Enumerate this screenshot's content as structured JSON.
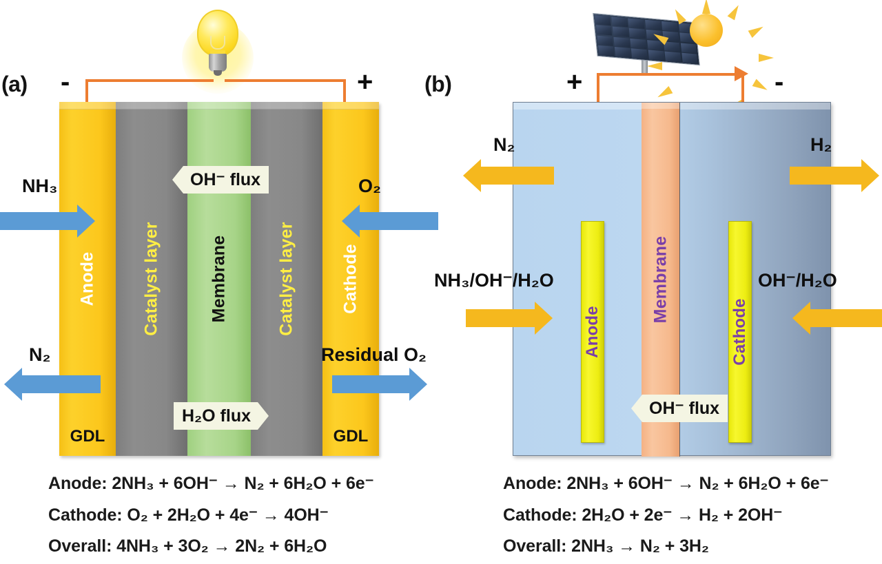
{
  "figure": {
    "panels": [
      {
        "tag": "(a)",
        "type": "direct-ammonia-fuel-cell",
        "load_icon": "light-bulb-icon",
        "terminal_left": "-",
        "terminal_right": "+",
        "layers": [
          {
            "name": "Anode",
            "bottom_label": "GDL",
            "color": "#fcc71c",
            "text_color": "#ffffff"
          },
          {
            "name": "Catalyst layer",
            "bottom_label": "",
            "color": "#888888",
            "text_color": "#ffee44"
          },
          {
            "name": "Membrane",
            "bottom_label": "",
            "color": "#a7d488",
            "text_color": "#111111"
          },
          {
            "name": "Catalyst layer",
            "bottom_label": "",
            "color": "#888888",
            "text_color": "#ffee44"
          },
          {
            "name": "Cathode",
            "bottom_label": "GDL",
            "color": "#fcc71c",
            "text_color": "#ffffff"
          }
        ],
        "flux_top": {
          "text": "OH⁻ flux",
          "direction": "left"
        },
        "flux_bottom": {
          "text": "H₂O flux",
          "direction": "right"
        },
        "streams": [
          {
            "label": "NH₃",
            "side": "left",
            "direction": "right",
            "position": "top",
            "color": "#5B9BD5"
          },
          {
            "label": "N₂",
            "side": "left",
            "direction": "left",
            "position": "bottom",
            "color": "#5B9BD5"
          },
          {
            "label": "O₂",
            "side": "right",
            "direction": "left",
            "position": "top",
            "color": "#5B9BD5"
          },
          {
            "label": "Residual O₂",
            "side": "right",
            "direction": "right",
            "position": "bottom",
            "color": "#5B9BD5"
          }
        ],
        "equations": [
          "Anode: 2NH₃ + 6OH⁻ → N₂ + 6H₂O + 6e⁻",
          "Cathode: O₂ + 2H₂O + 4e⁻ → 4OH⁻",
          "Overall: 4NH₃ + 3O₂ → 2N₂ + 6H₂O"
        ]
      },
      {
        "tag": "(b)",
        "type": "solar-driven-ammonia-electrolysis",
        "load_icon": "solar-panel-icon",
        "sun_icon": "sun-icon",
        "terminal_left": "+",
        "terminal_right": "-",
        "layers": [
          {
            "name": "Anode",
            "color": "#eded12",
            "text_color": "#7a3fa8"
          },
          {
            "name": "Membrane",
            "color": "#f6b98d",
            "text_color": "#7a3fa8"
          },
          {
            "name": "Cathode",
            "color": "#eded12",
            "text_color": "#7a3fa8"
          }
        ],
        "flux_bottom": {
          "text": "OH⁻ flux",
          "direction": "left"
        },
        "streams": [
          {
            "label": "N₂",
            "side": "left",
            "direction": "left",
            "position": "top",
            "color": "#F5B81E"
          },
          {
            "label": "NH₃/OH⁻/H₂O",
            "side": "left",
            "direction": "right",
            "position": "bottom",
            "color": "#F5B81E"
          },
          {
            "label": "H₂",
            "side": "right",
            "direction": "right",
            "position": "top",
            "color": "#F5B81E"
          },
          {
            "label": "OH⁻/H₂O",
            "side": "right",
            "direction": "left",
            "position": "bottom",
            "color": "#F5B81E"
          }
        ],
        "equations": [
          "Anode: 2NH₃ + 6OH⁻ → N₂ + 6H₂O + 6e⁻",
          "Cathode: 2H₂O + 2e⁻ → H₂ + 2OH⁻",
          "Overall: 2NH₃ → N₂ + 3H₂"
        ]
      }
    ],
    "colors": {
      "wire": "#ED7D31",
      "blue_arrow": "#5B9BD5",
      "amber_arrow": "#F5B81E",
      "gdl_yellow": "#fcc71c",
      "catalyst_gray": "#888888",
      "membrane_green": "#a7d488",
      "membrane_peach": "#f6b98d",
      "tank_blue": "#b9d5ef",
      "electrode_yellow": "#eded12",
      "label_purple": "#7a3fa8",
      "sun_orange": "#fbc02d",
      "solar_navy": "#263449"
    }
  }
}
